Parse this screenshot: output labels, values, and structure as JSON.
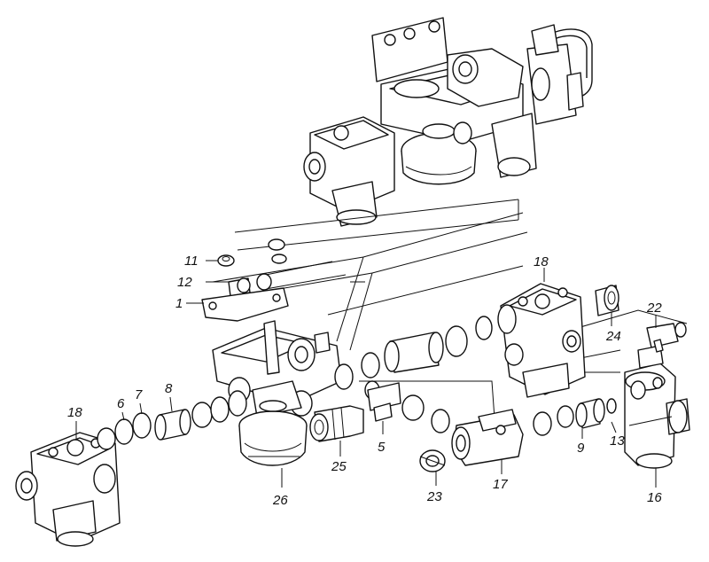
{
  "callouts": {
    "c1": "1",
    "c5": "5",
    "c6": "6",
    "c7": "7",
    "c8": "8",
    "c9": "9",
    "c11": "11",
    "c12": "12",
    "c13": "13",
    "c16": "16",
    "c17": "17",
    "c18a": "18",
    "c18b": "18",
    "c22": "22",
    "c23": "23",
    "c24": "24",
    "c25": "25",
    "c26": "26"
  }
}
